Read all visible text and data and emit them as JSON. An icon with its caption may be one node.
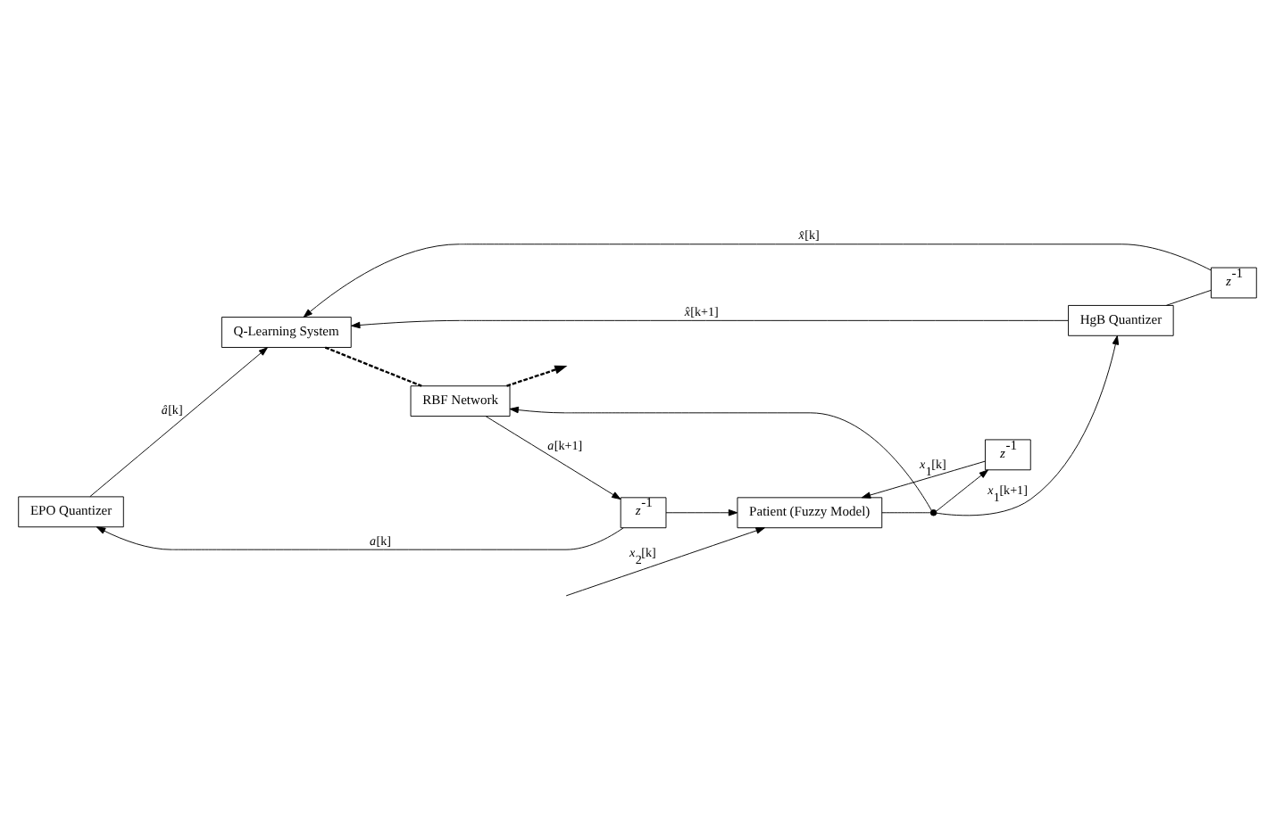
{
  "diagram": {
    "nodes": [
      {
        "text": [
          "EPO Quantizer"
        ]
      },
      {
        "text": [
          "Q-Learning System"
        ]
      },
      {
        "text": [
          "*z*$^{-1}$"
        ]
      },
      {
        "text": [
          "RBF Network"
        ]
      },
      {
        "text": [
          "*z*$^{-1}$"
        ]
      },
      {
        "text": [
          "HgB Quantizer"
        ]
      },
      {
        "text": [
          "Patient (Fuzzy Model)"
        ]
      },
      {
        "text": [
          "*z*$^{-1}$"
        ]
      },
      {
        "text": [],
        "shape": "circle"
      }
    ],
    "edges": [
      {
        "from": 0,
        "to": 1,
        "arrow": "to",
        "label": "*â*[k]"
      },
      {
        "from": 5,
        "to": 1,
        "arrow": "to",
        "label": "*x̂*[k+1]"
      },
      {
        "from": 5,
        "to": 2,
        "arrow": "none"
      },
      {
        "from": 2,
        "to": 1,
        "arrow": "to",
        "label": "*x̂*[k]"
      },
      {
        "from": 1,
        "to": 3,
        "arrow": "none",
        "style": "dashed"
      },
      {
        "from": 3,
        "to": null,
        "arrow": "to",
        "style": "dashed"
      },
      {
        "from": 3,
        "to": 4,
        "arrow": "to",
        "label": "*a*[k+1]"
      },
      {
        "from": 4,
        "to": 0,
        "arrow": "to",
        "label": "*a*[k]"
      },
      {
        "from": 4,
        "to": 6,
        "arrow": "to"
      },
      {
        "from": null,
        "to": 6,
        "arrow": "to",
        "label": "*x*$_{2}$[k]"
      },
      {
        "from": 6,
        "to": 8,
        "arrow": "none"
      },
      {
        "from": 8,
        "to": 5,
        "arrow": "to",
        "label": "*x*$_{1}$[k+1]"
      },
      {
        "from": 8,
        "to": 3,
        "arrow": "to"
      },
      {
        "from": 8,
        "to": 7,
        "arrow": "to"
      },
      {
        "from": 7,
        "to": 6,
        "arrow": "to",
        "label": "*x*$_{1}$[k]"
      }
    ]
  }
}
